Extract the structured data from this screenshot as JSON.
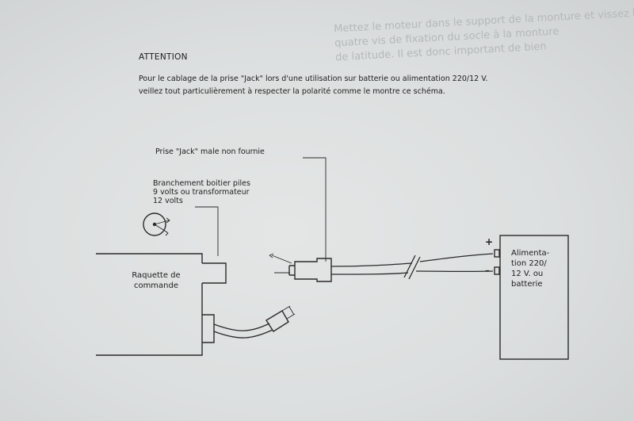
{
  "document": {
    "bleed_through": "Mettez le moteur dans le support de la monture et vissez les\nquatre vis de fixation du socle à la monture\nde latitude. Il est donc important de bien",
    "heading": "ATTENTION",
    "paragraph": "Pour le cablage de la prise \"Jack\" lors d'une utilisation sur batterie ou alimentation 220/12 V. veillez tout particulièrement à respecter la polarité comme le montre ce schéma."
  },
  "diagram": {
    "label_jack": "Prise \"Jack\" male non fournie",
    "label_branchement": "Branchement boitier piles\n9 volts ou transformateur\n12 volts",
    "label_raquette": "Raquette de\ncommande",
    "label_alimentation": "Alimenta-\ntion 220/\n12 V. ou\nbatterie",
    "plus_sign": "+",
    "minus_sign": "–"
  }
}
